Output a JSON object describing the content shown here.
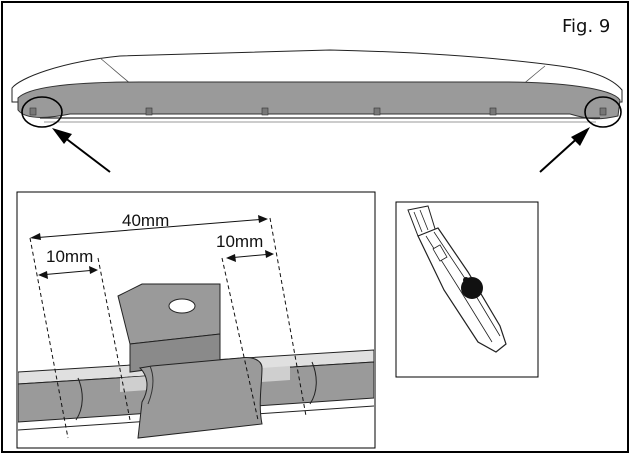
{
  "figure": {
    "label": "Fig. 9"
  },
  "detail": {
    "total_width": "40mm",
    "left_margin": "10mm",
    "right_margin": "10mm"
  },
  "colors": {
    "part_fill": "#9a9a9a",
    "part_light": "#cfcfcf",
    "line": "#111111"
  },
  "icons": [
    "utility-knife-icon"
  ]
}
